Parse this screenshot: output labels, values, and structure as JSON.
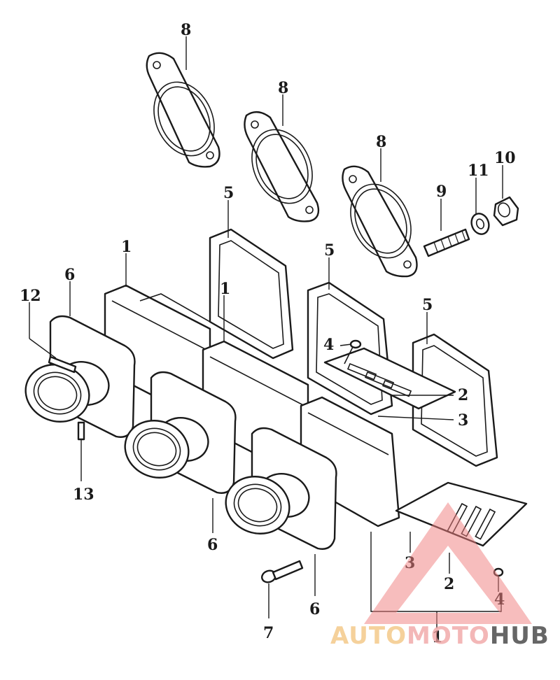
{
  "diagram": {
    "callouts": {
      "c8a": "8",
      "c8b": "8",
      "c8c": "8",
      "c5a": "5",
      "c5b": "5",
      "c5c": "5",
      "c1a": "1",
      "c1b": "1",
      "c1c": "1",
      "c6a": "6",
      "c6b": "6",
      "c6c": "6",
      "c12": "12",
      "c13": "13",
      "c4a": "4",
      "c4b": "4",
      "c2a": "2",
      "c2b": "2",
      "c3a": "3",
      "c3b": "3",
      "c9": "9",
      "c11": "11",
      "c10": "10",
      "c7": "7"
    }
  },
  "watermark": {
    "part1": "AUTO",
    "part2": "MOTO",
    "part3": "HUB",
    "colors": {
      "light": "#f2c27a",
      "mid": "#f0a0a0",
      "dark": "#333333",
      "triangle": "#f08080"
    }
  }
}
